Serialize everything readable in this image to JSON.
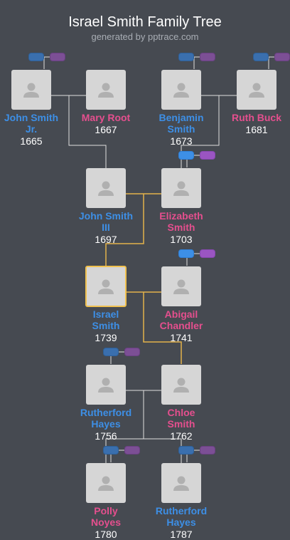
{
  "header": {
    "title": "Israel Smith Family Tree",
    "subtitle": "generated by pptrace.com"
  },
  "people": {
    "john_jr": {
      "name_lines": [
        "John Smith",
        "Jr."
      ],
      "year": "1665",
      "gender": "male"
    },
    "mary_root": {
      "name_lines": [
        "Mary Root"
      ],
      "year": "1667",
      "gender": "female"
    },
    "benjamin": {
      "name_lines": [
        "Benjamin",
        "Smith"
      ],
      "year": "1673",
      "gender": "male"
    },
    "ruth_buck": {
      "name_lines": [
        "Ruth Buck"
      ],
      "year": "1681",
      "gender": "female"
    },
    "john_iii": {
      "name_lines": [
        "John Smith",
        "III"
      ],
      "year": "1697",
      "gender": "male"
    },
    "elizabeth": {
      "name_lines": [
        "Elizabeth",
        "Smith"
      ],
      "year": "1703",
      "gender": "female"
    },
    "israel": {
      "name_lines": [
        "Israel",
        "Smith"
      ],
      "year": "1739",
      "gender": "male",
      "selected": true
    },
    "abigail": {
      "name_lines": [
        "Abigail",
        "Chandler"
      ],
      "year": "1741",
      "gender": "female"
    },
    "rutherford1756": {
      "name_lines": [
        "Rutherford",
        "Hayes"
      ],
      "year": "1756",
      "gender": "male"
    },
    "chloe": {
      "name_lines": [
        "Chloe",
        "Smith"
      ],
      "year": "1762",
      "gender": "female"
    },
    "polly": {
      "name_lines": [
        "Polly",
        "Noyes"
      ],
      "year": "1780",
      "gender": "female"
    },
    "rutherford1787": {
      "name_lines": [
        "Rutherford",
        "Hayes"
      ],
      "year": "1787",
      "gender": "male"
    }
  },
  "colors": {
    "background": "#464a51",
    "male": "#3d8fe6",
    "female": "#e54f8e",
    "highlight": "#f0c14f",
    "line": "#e0e0e0",
    "card": "#d6d6d6"
  },
  "icons": {
    "avatar": "person-silhouette-icon",
    "parents_toggle": "expand-parents-icon"
  }
}
